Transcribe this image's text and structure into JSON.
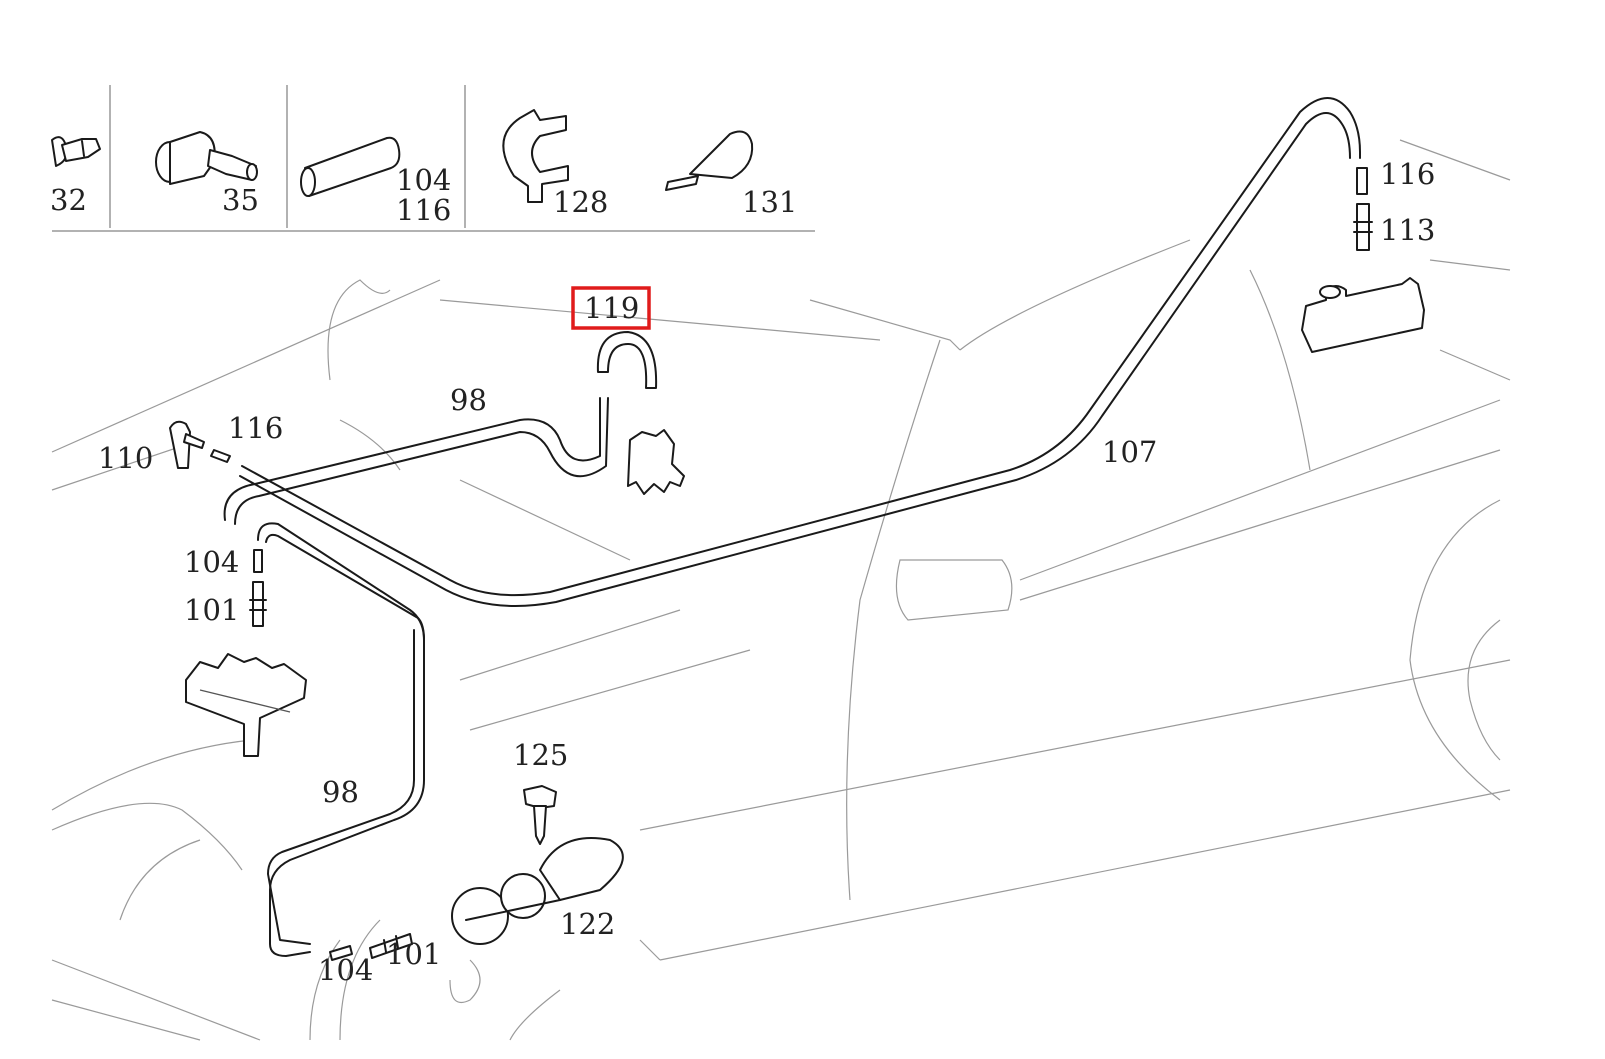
{
  "diagram": {
    "title": "Vacuum line / central locking parts diagram",
    "highlight_color": "#e01b1b",
    "highlighted_callout": "119",
    "legend_strip": [
      {
        "callout": "32",
        "part": "fitting"
      },
      {
        "callout": "35",
        "part": "elbow-connector"
      },
      {
        "callout": "104",
        "part": "hose-sleeve"
      },
      {
        "callout": "116",
        "part": "hose-sleeve"
      },
      {
        "callout": "128",
        "part": "clip"
      },
      {
        "callout": "131",
        "part": "cable-tie"
      }
    ],
    "callouts": {
      "c119": "119",
      "c98_top": "98",
      "c98_bottom": "98",
      "c116_left": "116",
      "c110": "110",
      "c104_left": "104",
      "c101_left": "101",
      "c107": "107",
      "c116_right": "116",
      "c113": "113",
      "c125": "125",
      "c122": "122",
      "c104_bottom": "104",
      "c101_bottom": "101"
    }
  }
}
